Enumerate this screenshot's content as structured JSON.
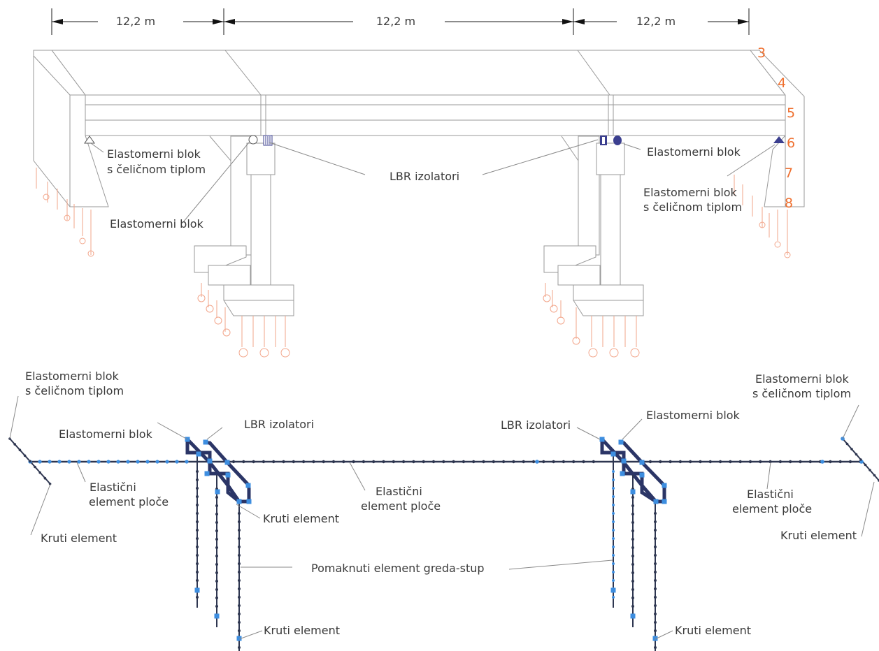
{
  "dimensions": [
    "12,2 m",
    "12,2 m",
    "12,2 m"
  ],
  "numbers": [
    "3",
    "4",
    "5",
    "6",
    "7",
    "8"
  ],
  "top_labels": {
    "left_elasto_steel_1": "Elastomerni blok",
    "left_elasto_steel_2": "s čeličnom tiplom",
    "left_elasto": "Elastomerni blok",
    "lbr": "LBR izolatori",
    "right_elasto": "Elastomerni blok",
    "right_elasto_steel_1": "Elastomerni blok",
    "right_elasto_steel_2": "s čeličnom tiplom"
  },
  "bottom_labels": {
    "left_elasto_steel_1": "Elastomerni blok",
    "left_elasto_steel_2": "s čeličnom tiplom",
    "left_elasto": "Elastomerni blok",
    "left_lbr": "LBR izolatori",
    "right_lbr": "LBR izolatori",
    "right_elasto": "Elastomerni blok",
    "right_elasto_steel_1": "Elastomerni blok",
    "right_elasto_steel_2": "s čeličnom tiplom",
    "left_slab_1": "Elastični",
    "left_slab_2": "element ploče",
    "mid_slab_1": "Elastični",
    "mid_slab_2": "element ploče",
    "right_slab_1": "Elastični",
    "right_slab_2": "element ploče",
    "left_rigid": "Kruti element",
    "mid_rigid": "Kruti element",
    "right_rigid": "Kruti element",
    "offset_beam": "Pomaknuti element greda-stup",
    "bottom_rigid_1": "Kruti element",
    "bottom_rigid_2": "Kruti element"
  },
  "colors": {
    "label_text": "#3a3a3a",
    "accent_numbers": "#ef6f2e",
    "pile_lines": "#f2a58a",
    "drawing_lines": "#9a9a9a",
    "element_line": "#2e3650",
    "node_blue": "#3d8ee0",
    "node_dark": "#2e3650",
    "bearing_fill": "#3b3f8f"
  }
}
